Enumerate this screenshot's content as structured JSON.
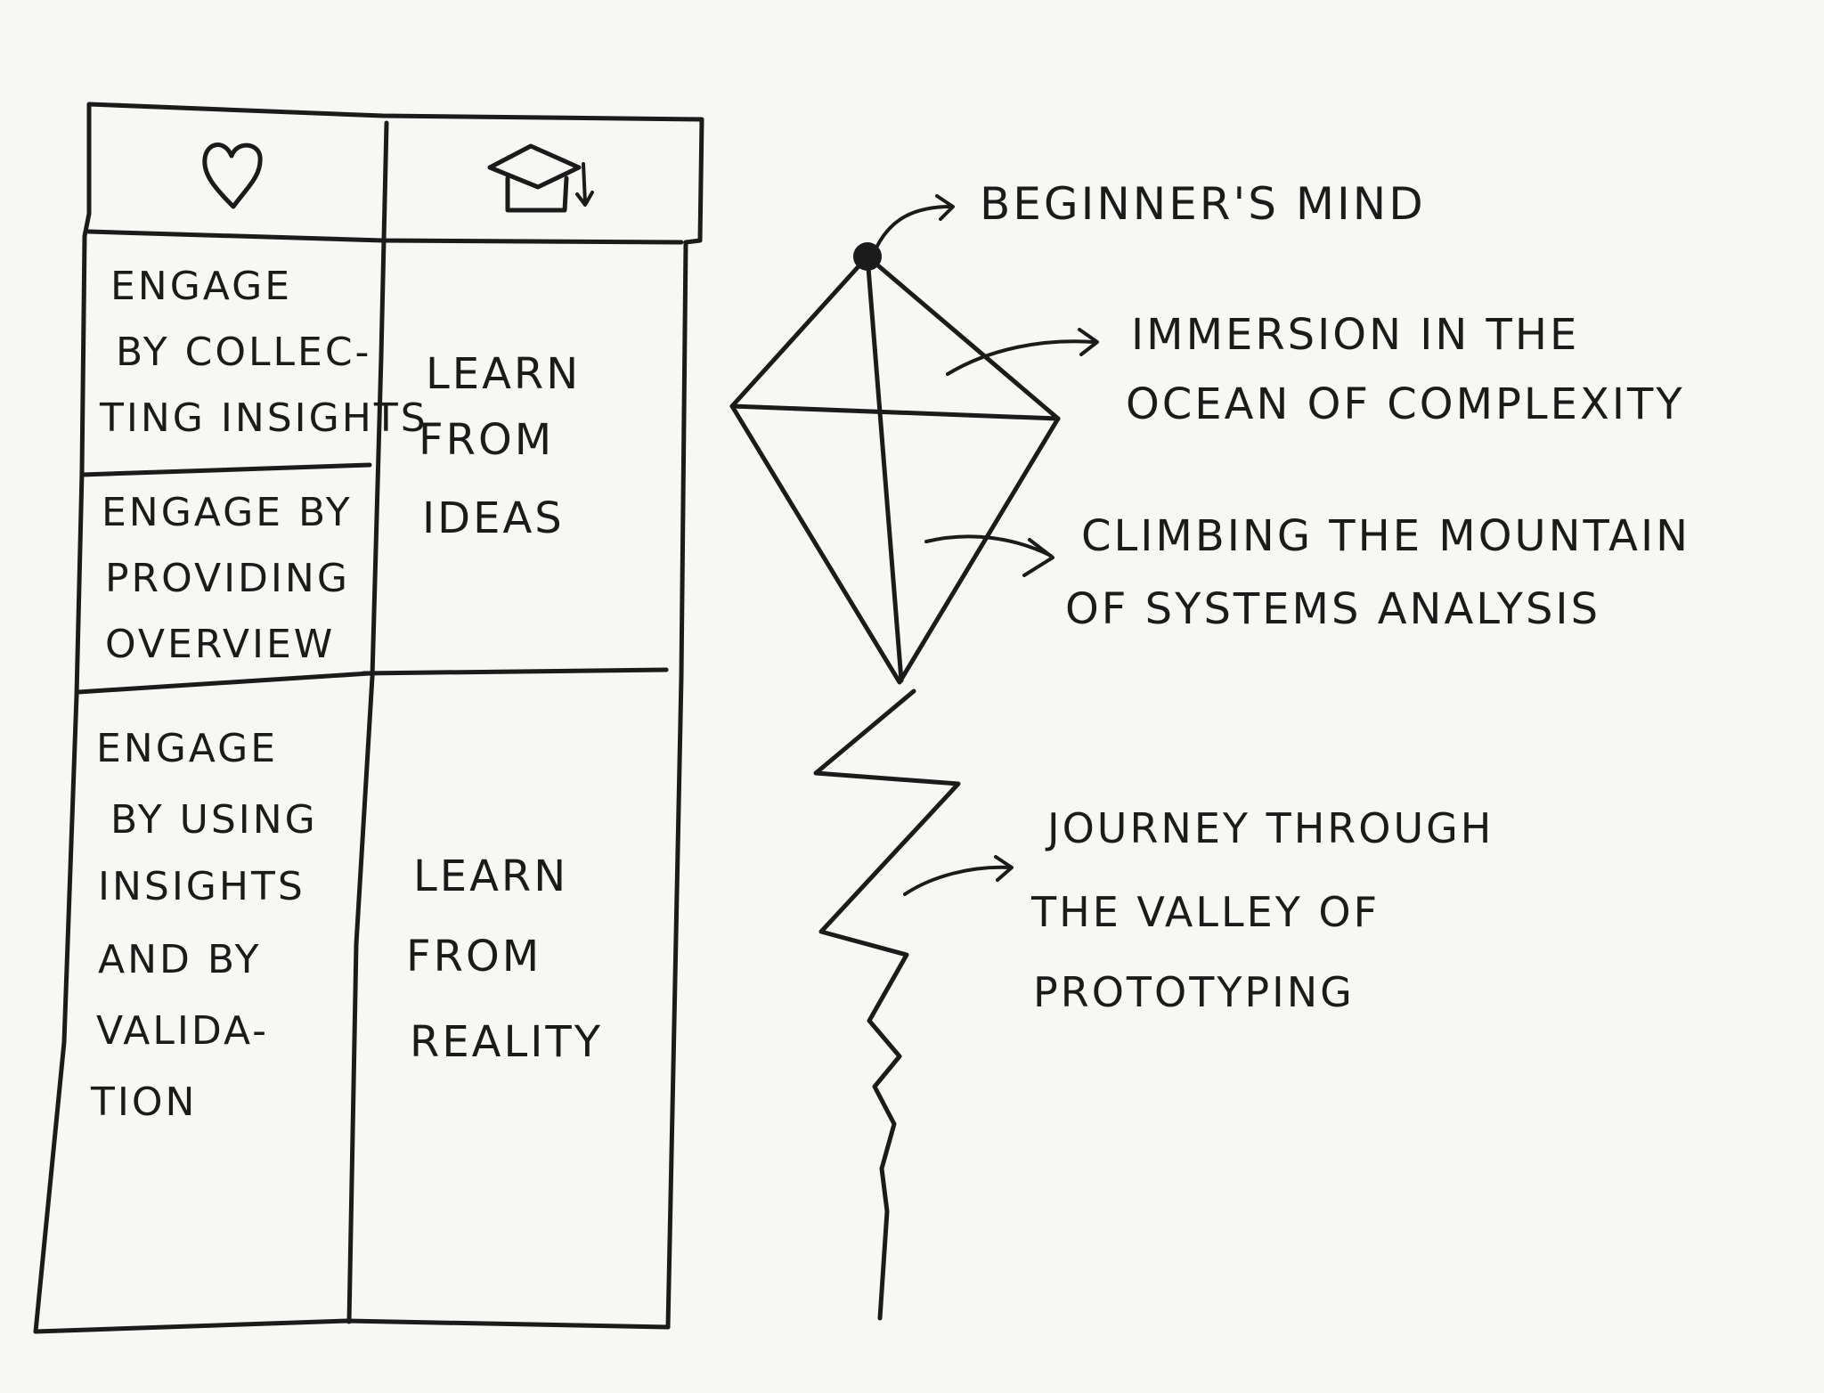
{
  "table": {
    "header_icons": [
      "heart-icon",
      "graduation-cap-icon"
    ],
    "left_column": [
      {
        "lines": [
          "ENGAGE",
          "BY COLLEC-",
          "TING INSIGHTS"
        ]
      },
      {
        "lines": [
          "ENGAGE BY",
          "PROVIDING",
          "OVERVIEW"
        ]
      },
      {
        "lines": [
          "ENGAGE",
          "BY USING",
          "INSIGHTS",
          "AND BY",
          "VALIDA-",
          "TION"
        ]
      }
    ],
    "right_column": [
      {
        "lines": [
          "LEARN",
          "FROM",
          "IDEAS"
        ]
      },
      {
        "lines": [
          "LEARN",
          "FROM",
          "REALITY"
        ]
      }
    ]
  },
  "kite_labels": {
    "beginners_mind": [
      "BEGINNER'S MIND"
    ],
    "immersion": [
      "IMMERSION IN THE",
      "OCEAN OF COMPLEXITY"
    ],
    "climbing": [
      "CLIMBING THE MOUNTAIN",
      "OF SYSTEMS ANALYSIS"
    ],
    "journey": [
      "JOURNEY THROUGH",
      "THE VALLEY OF",
      "PROTOTYPING"
    ]
  },
  "colors": {
    "ink": "#1b1b1b",
    "paper": "#f7f7f4"
  }
}
